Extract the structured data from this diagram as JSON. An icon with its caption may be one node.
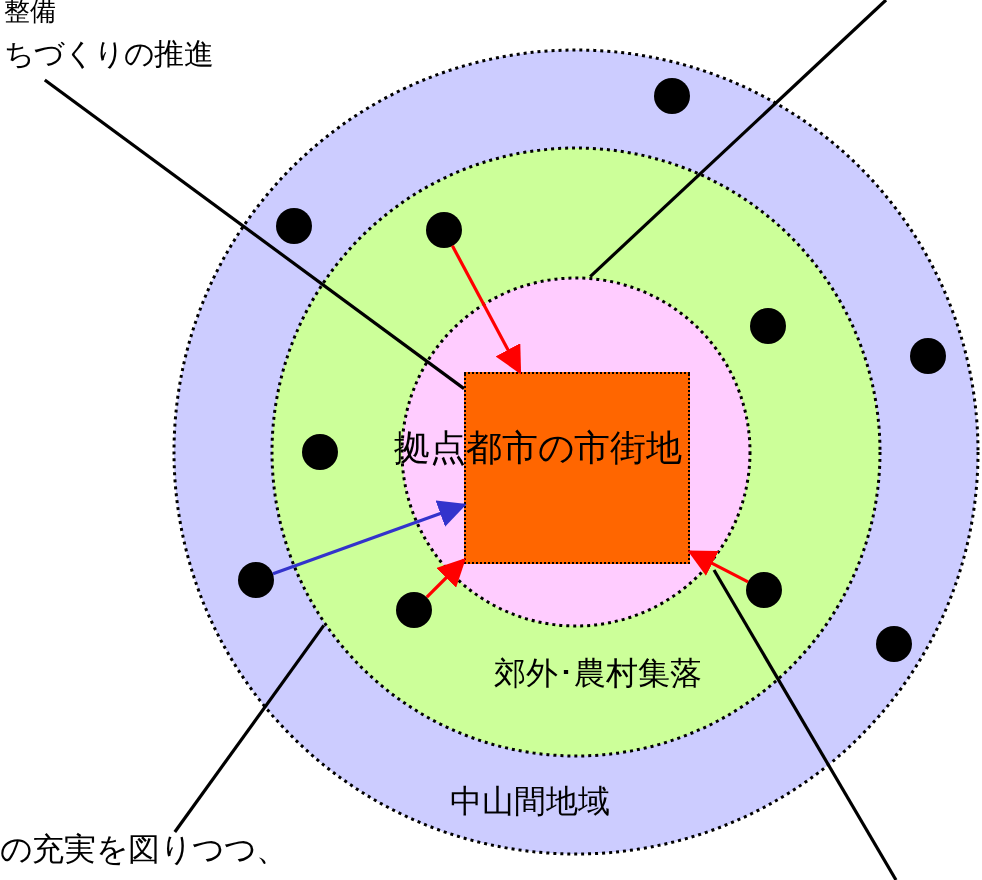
{
  "diagram": {
    "nodes": [
      {
        "text": [
          "中山間地域"
        ]
      },
      {
        "text": [
          "郊外･農村集落"
        ],
        "in": 0
      },
      {
        "text": [],
        "shape": "circle",
        "in": 1
      },
      {
        "text": [
          "拠点都市の市街地"
        ],
        "in": 2
      },
      {
        "text": [],
        "shape": "circle",
        "in": 0
      },
      {
        "text": [],
        "shape": "circle",
        "in": 0
      },
      {
        "text": [],
        "shape": "circle",
        "in": 1
      },
      {
        "text": [],
        "shape": "circle",
        "in": 1
      },
      {
        "text": [],
        "shape": "circle",
        "in": 0
      },
      {
        "text": [],
        "shape": "circle",
        "in": 1
      },
      {
        "text": [],
        "shape": "circle",
        "in": 0
      },
      {
        "text": [],
        "shape": "circle",
        "in": 1
      },
      {
        "text": [],
        "shape": "circle",
        "in": 1
      },
      {
        "text": [],
        "shape": "circle",
        "in": 0
      },
      {
        "text": [
          "整備",
          "ちづくりの推進"
        ]
      },
      {
        "text": [
          "の充実を図りつつ、"
        ]
      }
    ],
    "edges": [
      {
        "from": 6,
        "to": 3,
        "arrow": "to",
        "color": "#ff0000"
      },
      {
        "from": 10,
        "to": 3,
        "arrow": "to",
        "color": "#3333cc"
      },
      {
        "from": 12,
        "to": 3,
        "arrow": "to",
        "color": "#ff0000"
      },
      {
        "from": 11,
        "to": 3,
        "arrow": "to",
        "color": "#ff0000"
      },
      {
        "from": 14,
        "to": 3,
        "arrow": "none"
      },
      {
        "from": null,
        "to": 2,
        "arrow": "none"
      },
      {
        "from": 15,
        "to": 1,
        "arrow": "none"
      },
      {
        "from": null,
        "to": 2,
        "arrow": "none"
      }
    ]
  }
}
